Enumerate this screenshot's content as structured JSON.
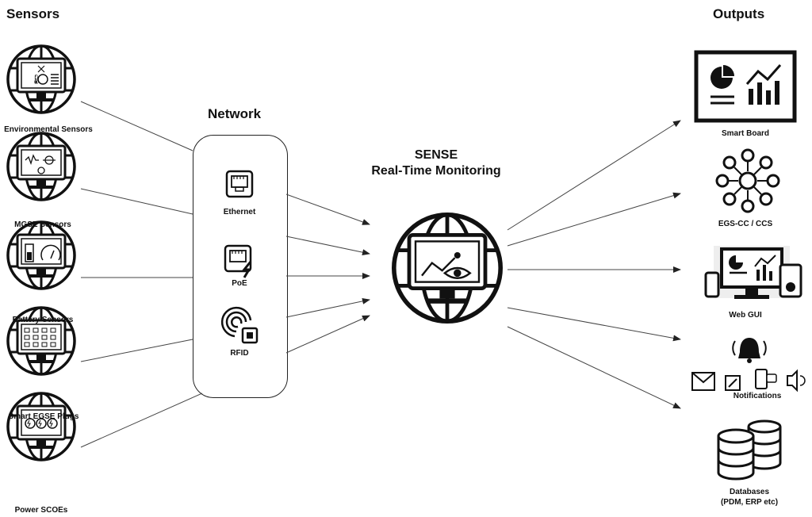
{
  "headings": {
    "sensors": "Sensors",
    "network": "Network",
    "outputs": "Outputs"
  },
  "center": {
    "title_line1": "SENSE",
    "title_line2": "Real-Time Monitoring"
  },
  "sensors": [
    {
      "label": "Environmental  Sensors",
      "icon": "environmental-sensor-icon"
    },
    {
      "label": "MGSE  Sensors",
      "icon": "mgse-sensor-icon"
    },
    {
      "label": "Battery Sensors",
      "icon": "battery-sensor-icon"
    },
    {
      "label": "Smart EGSE Plugs",
      "icon": "smart-plug-icon"
    },
    {
      "label": "Power SCOEs",
      "icon": "power-scoe-icon"
    }
  ],
  "network": [
    {
      "label": "Ethernet",
      "icon": "ethernet-port-icon"
    },
    {
      "label": "PoE",
      "icon": "poe-port-icon"
    },
    {
      "label": "RFID",
      "icon": "rfid-icon"
    }
  ],
  "outputs": [
    {
      "label": "Smart Board",
      "icon": "smart-board-icon"
    },
    {
      "label": "EGS-CC / CCS",
      "icon": "network-hub-icon"
    },
    {
      "label": "Web GUI",
      "icon": "web-gui-devices-icon"
    },
    {
      "label": "Notifications",
      "icon": "notifications-icon"
    },
    {
      "label_line1": "Databases",
      "label_line2": "(PDM, ERP etc)",
      "icon": "database-icon"
    }
  ],
  "colors": {
    "line": "#333333",
    "ink": "#111111",
    "background": "#ffffff"
  }
}
